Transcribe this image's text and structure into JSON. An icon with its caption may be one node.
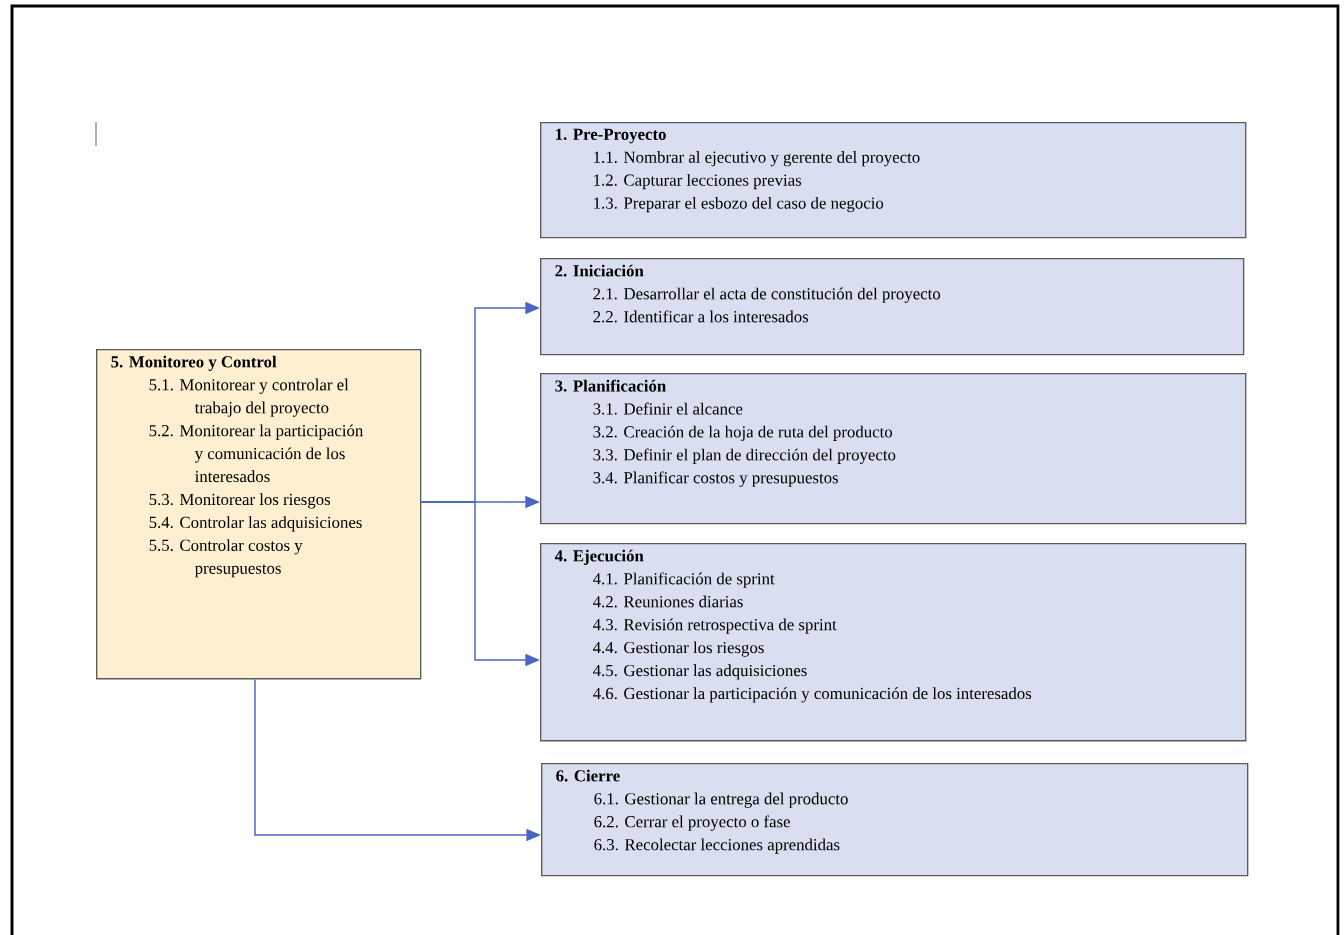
{
  "diagram": {
    "nodes": [
      {
        "text": [
          "1. Pre-Proyecto",
          "1.1. Nombrar al ejecutivo y gerente del proyecto",
          "1.2. Capturar lecciones previas",
          "1.3. Preparar el esbozo del caso de negocio"
        ]
      },
      {
        "text": [
          "2. Iniciación",
          "2.1. Desarrollar el acta de constitución del proyecto",
          "2.2. Identificar a los interesados"
        ]
      },
      {
        "text": [
          "3. Planificación",
          "3.1. Definir el alcance",
          "3.2. Creación de la hoja de ruta del producto",
          "3.3. Definir el plan de dirección del proyecto",
          "3.4. Planificar costos y presupuestos"
        ]
      },
      {
        "text": [
          "4. Ejecución",
          "4.1. Planificación de sprint",
          "4.2. Reuniones diarias",
          "4.3. Revisión retrospectiva de sprint",
          "4.4. Gestionar los riesgos",
          "4.5. Gestionar las adquisiciones",
          "4.6. Gestionar la participación y comunicación de los interesados"
        ]
      },
      {
        "text": [
          "5. Monitoreo y Control",
          "5.1. Monitorear y controlar el trabajo del proyecto",
          "5.2. Monitorear la participación y comunicación de los interesados",
          "5.3. Monitorear los riesgos",
          "5.4. Controlar las adquisiciones",
          "5.5. Controlar costos y presupuestos"
        ]
      },
      {
        "text": [
          "6. Cierre",
          "6.1. Gestionar la entrega del producto",
          "6.2. Cerrar el proyecto o fase",
          "6.3. Recolectar lecciones aprendidas"
        ]
      }
    ],
    "edges": [
      {
        "from": 4,
        "to": 1,
        "arrow": "to"
      },
      {
        "from": 4,
        "to": 2,
        "arrow": "to"
      },
      {
        "from": 4,
        "to": 3,
        "arrow": "to"
      },
      {
        "from": 4,
        "to": 5,
        "arrow": "to"
      }
    ]
  }
}
